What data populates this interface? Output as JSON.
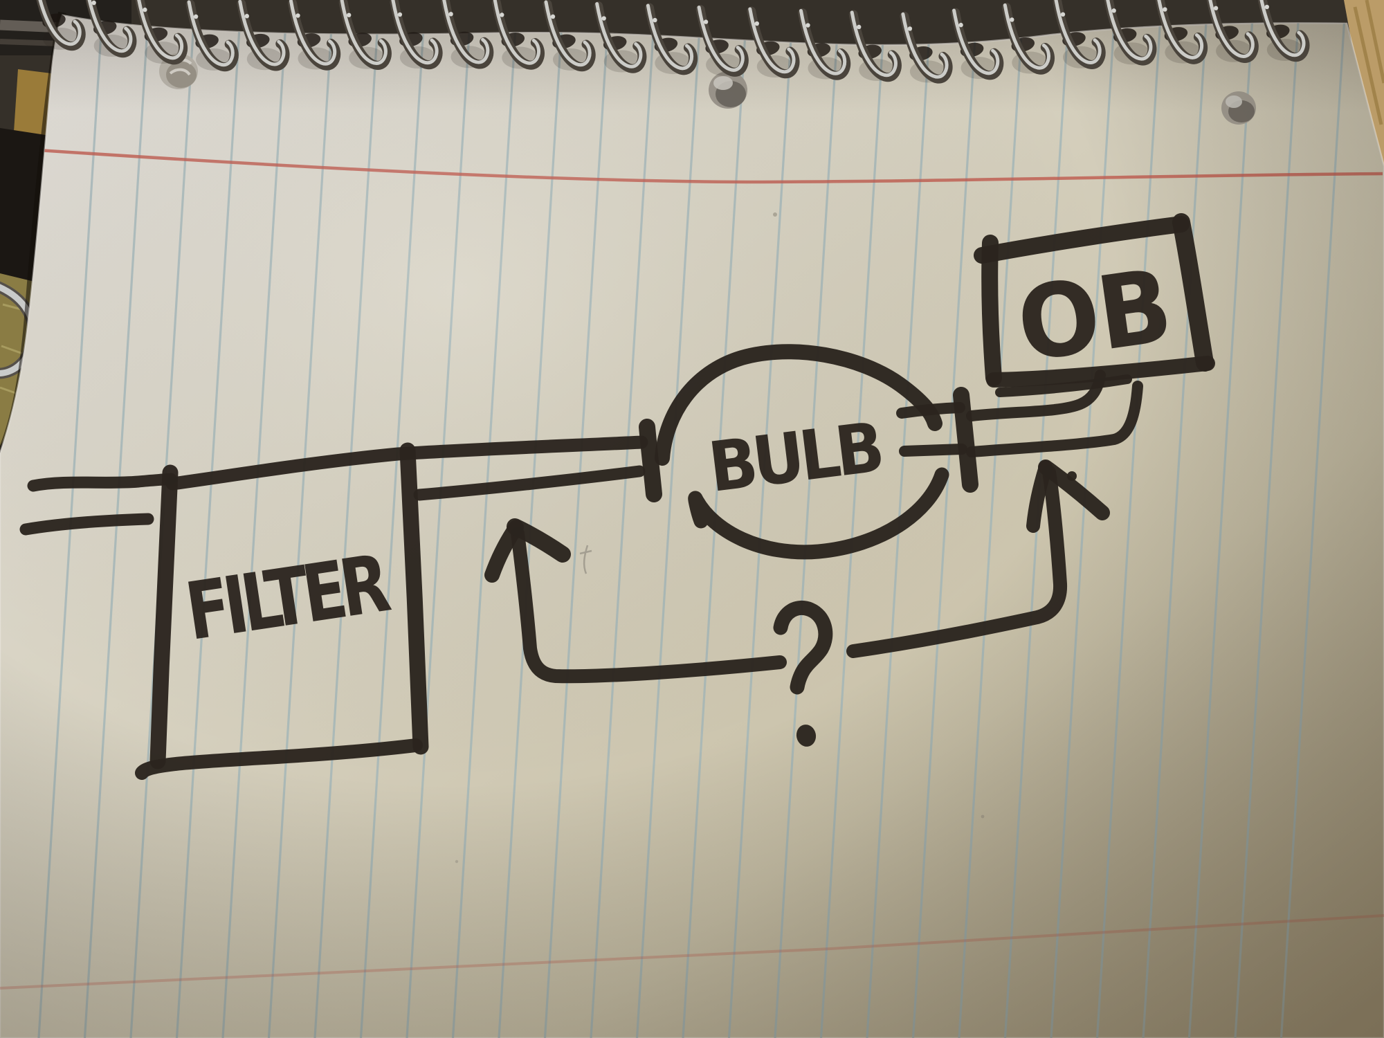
{
  "scene": {
    "subject": "hand-drawn marker sketch of an aquarium/pump setup on a spiral notebook page",
    "colors": {
      "marker": "#2b241e",
      "paper_light": "#e0ddd8",
      "paper_mid": "#d6d0bd",
      "paper_dark": "#a89c7e",
      "rule_blue": "#9fb4b8",
      "margin_red": "#bf5a4d",
      "desk_dark": "#353029",
      "desk_wood": "#bb9c68",
      "wood_olive": "#8a7c44",
      "wire_metal": "#d3d4d0"
    },
    "notebook": {
      "binding": "spiral wire",
      "coil_count": 25,
      "punched_hole_count": 3,
      "ruled_lines": "vertical in photo (page rotated sideways)"
    }
  },
  "diagram": {
    "nodes": [
      {
        "id": "filter",
        "label": "FILTER",
        "shape": "rectangle"
      },
      {
        "id": "bulb",
        "label": "BULB",
        "shape": "circle"
      },
      {
        "id": "ob",
        "label": "OB",
        "shape": "rectangle"
      }
    ],
    "edges": [
      {
        "from": "inlet-left-edge",
        "to": "filter",
        "style": "double-line pipe"
      },
      {
        "from": "filter",
        "to": "bulb",
        "style": "double-line pipe"
      },
      {
        "from": "bulb",
        "to": "ob",
        "style": "double-line pipe"
      }
    ],
    "annotation": "?",
    "annotation_targets": [
      "pipe between filter and bulb (left up-arrow)",
      "wire between bulb and ob (right up-arrow)"
    ]
  }
}
